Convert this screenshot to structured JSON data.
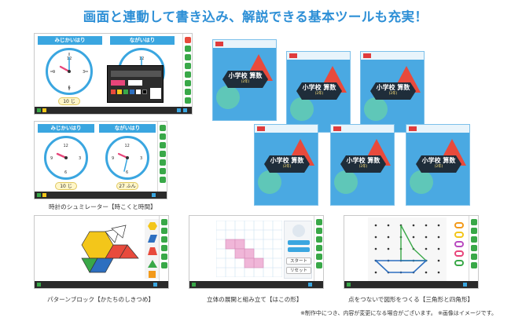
{
  "headline": "画面と連動して書き込み、解説できる基本ツールも充実！",
  "clock_panels": {
    "top": {
      "left_label": "みじかいはり",
      "right_label": "ながいはり",
      "readout_left": "10 じ"
    },
    "bottom": {
      "left_label": "みじかいはり",
      "right_label": "ながいはり",
      "readout_left": "10 じ",
      "readout_right": "27 ふん"
    }
  },
  "books": {
    "title_small": "小学校",
    "title_big": "算数",
    "grade": "(2年)"
  },
  "captions": {
    "clock": "時計のシュミレーター【時こくと時間】",
    "pattern": "パターンブロック【かたちのしきつめ】",
    "cube": "立体の展開と組み立て【はこの形】",
    "dots": "点をつないで図形をつくる【三角形と四角形】"
  },
  "cube_panel": {
    "start": "スタート",
    "reset": "リセット"
  },
  "footnote": "※制作中につき、内容が変更になる場合がございます。 ※画像はイメージです。",
  "colors": {
    "headline": "#2d8fd6",
    "clock_blue": "#3aa6e0",
    "cover_blue": "#4aa9e2",
    "pattern_yellow": "#f3c61a",
    "pattern_red": "#e84a3c",
    "pattern_green": "#39a848",
    "pattern_blue": "#2d6fc0",
    "net_pink": "#f0b6d8"
  }
}
